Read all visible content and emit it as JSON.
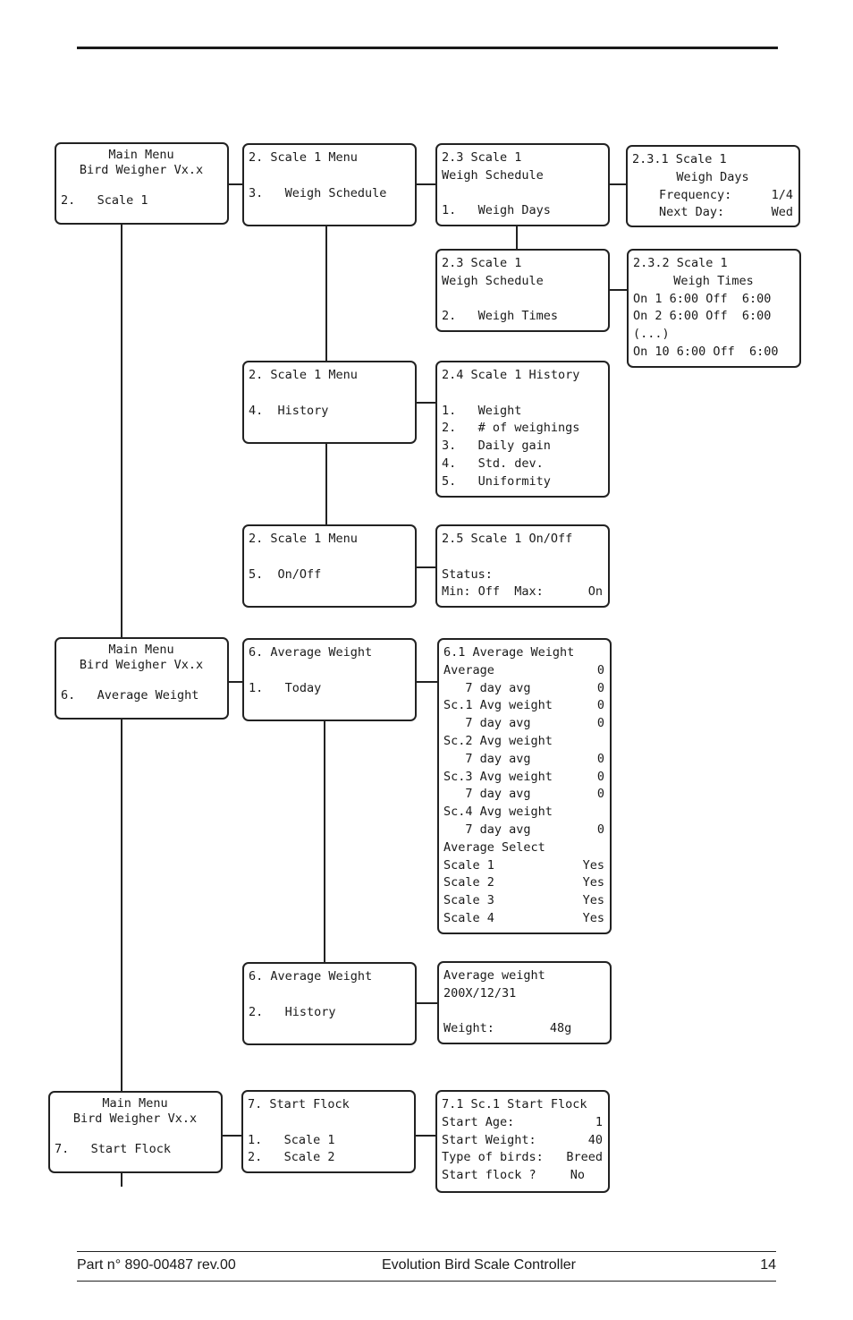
{
  "footer": {
    "part": "Part n° 890-00487 rev.00",
    "title": "Evolution Bird Scale Controller",
    "page": "14"
  },
  "boxes": {
    "main1": [
      "Main Menu",
      "Bird Weigher Vx.x",
      "2.   Scale 1"
    ],
    "scale_menu_weigh": [
      "2. Scale 1 Menu",
      "3.   Weigh Schedule"
    ],
    "weigh_sched_days": [
      "2.3 Scale 1",
      "Weigh Schedule",
      "1.   Weigh Days"
    ],
    "weigh_days": [
      "2.3.1 Scale 1",
      "Weigh Days",
      "Frequency:",
      "1/4",
      "Next Day:",
      "Wed"
    ],
    "weigh_sched_times": [
      "2.3 Scale 1",
      "Weigh Schedule",
      "2.   Weigh Times"
    ],
    "weigh_times": [
      "2.3.2 Scale 1",
      "Weigh Times",
      "On 1 6:00 Off  6:00",
      "On 2 6:00 Off  6:00",
      "(...)",
      "On 10 6:00 Off  6:00"
    ],
    "scale_menu_history": [
      "2. Scale 1 Menu",
      "4.  History"
    ],
    "history": [
      "2.4 Scale 1 History",
      "1.   Weight",
      "2.   # of weighings",
      "3.   Daily gain",
      "4.   Std. dev.",
      "5.   Uniformity"
    ],
    "scale_menu_onoff": [
      "2. Scale 1 Menu",
      "5.  On/Off"
    ],
    "onoff": [
      "2.5 Scale 1 On/Off",
      "Status:",
      "Min: Off  Max:",
      "On"
    ],
    "main6": [
      "Main Menu",
      "Bird Weigher Vx.x",
      "6.   Average Weight"
    ],
    "avg_today": [
      "6. Average Weight",
      "1.   Today"
    ],
    "avg_detail": {
      "title": "6.1 Average Weight",
      "rows": [
        [
          "Average",
          "0"
        ],
        [
          "   7 day avg",
          "0"
        ],
        [
          "Sc.1 Avg weight",
          "0"
        ],
        [
          "   7 day avg",
          "0"
        ],
        [
          "Sc.2 Avg weight",
          ""
        ],
        [
          "   7 day avg",
          "0"
        ],
        [
          "Sc.3 Avg weight",
          "0"
        ],
        [
          "   7 day avg",
          "0"
        ],
        [
          "Sc.4 Avg weight",
          ""
        ],
        [
          "   7 day avg",
          "0"
        ],
        [
          "Average Select",
          ""
        ],
        [
          "Scale 1",
          "Yes"
        ],
        [
          "Scale 2",
          "Yes"
        ],
        [
          "Scale 3",
          "Yes"
        ],
        [
          "Scale 4",
          "Yes"
        ]
      ]
    },
    "avg_history": [
      "6. Average Weight",
      "2.   History"
    ],
    "avg_hist_detail": [
      "Average weight",
      "200X/12/31",
      "Weight:",
      "48g"
    ],
    "main7": [
      "Main Menu",
      "Bird Weigher Vx.x",
      "7.   Start Flock"
    ],
    "start_flock": [
      "7. Start Flock",
      "1.   Scale 1",
      "2.   Scale 2"
    ],
    "start_flock_detail": {
      "title": "7.1 Sc.1 Start Flock",
      "rows": [
        [
          "Start Age:",
          "1"
        ],
        [
          "Start Weight:",
          "40"
        ],
        [
          "Type of birds:",
          "Breed"
        ],
        [
          "Start flock ?",
          "No"
        ]
      ]
    }
  }
}
